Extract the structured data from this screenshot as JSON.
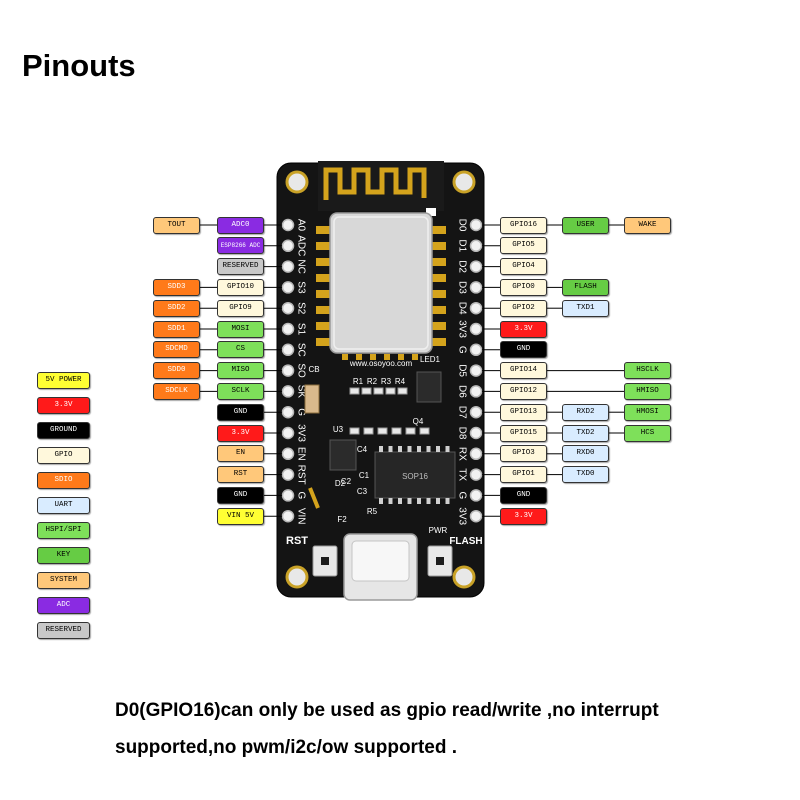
{
  "title": "Pinouts",
  "colors": {
    "power5v": "#ffff33",
    "power33": "#ff1a1a",
    "ground": "#000000",
    "gpio": "#fff8dc",
    "sdio": "#ff7a1a",
    "uart": "#d9ecff",
    "spi": "#7ee05a",
    "key": "#66cc44",
    "system": "#ffc87a",
    "adc": "#8a2be2",
    "reserved": "#c8c8c8"
  },
  "legend": [
    {
      "label": "5V POWER",
      "kind": "power5v"
    },
    {
      "label": "3.3V",
      "kind": "power33"
    },
    {
      "label": "GROUND",
      "kind": "ground"
    },
    {
      "label": "GPIO",
      "kind": "gpio"
    },
    {
      "label": "SDIO",
      "kind": "sdio"
    },
    {
      "label": "UART",
      "kind": "uart"
    },
    {
      "label": "HSPI/SPI",
      "kind": "spi"
    },
    {
      "label": "KEY",
      "kind": "key"
    },
    {
      "label": "SYSTEM",
      "kind": "system"
    },
    {
      "label": "ADC",
      "kind": "adc"
    },
    {
      "label": "RESERVED",
      "kind": "reserved"
    }
  ],
  "left_pins": [
    {
      "silk": "A0",
      "tags": [
        {
          "label": "TOUT",
          "kind": "system"
        },
        {
          "label": "ADC0",
          "kind": "adc"
        }
      ]
    },
    {
      "silk": "ADC",
      "tags": [
        {
          "label": "ESP8266 ADC",
          "kind": "adc"
        }
      ]
    },
    {
      "silk": "NC",
      "tags": [
        {
          "label": "RESERVED",
          "kind": "reserved"
        }
      ]
    },
    {
      "silk": "S3",
      "tags": [
        {
          "label": "SDD3",
          "kind": "sdio"
        },
        {
          "label": "GPIO10",
          "kind": "gpio"
        }
      ]
    },
    {
      "silk": "S2",
      "tags": [
        {
          "label": "SDD2",
          "kind": "sdio"
        },
        {
          "label": "GPIO9",
          "kind": "gpio"
        }
      ]
    },
    {
      "silk": "S1",
      "tags": [
        {
          "label": "SDD1",
          "kind": "sdio"
        },
        {
          "label": "MOSI",
          "kind": "spi"
        }
      ]
    },
    {
      "silk": "SC",
      "tags": [
        {
          "label": "SDCMD",
          "kind": "sdio"
        },
        {
          "label": "CS",
          "kind": "spi"
        }
      ]
    },
    {
      "silk": "SO",
      "tags": [
        {
          "label": "SDD0",
          "kind": "sdio"
        },
        {
          "label": "MISO",
          "kind": "spi"
        }
      ]
    },
    {
      "silk": "SK",
      "tags": [
        {
          "label": "SDCLK",
          "kind": "sdio"
        },
        {
          "label": "SCLK",
          "kind": "spi"
        }
      ]
    },
    {
      "silk": "G",
      "tags": [
        {
          "label": "GND",
          "kind": "ground"
        }
      ]
    },
    {
      "silk": "3V3",
      "tags": [
        {
          "label": "3.3V",
          "kind": "power33"
        }
      ]
    },
    {
      "silk": "EN",
      "tags": [
        {
          "label": "EN",
          "kind": "system"
        }
      ]
    },
    {
      "silk": "RST",
      "tags": [
        {
          "label": "RST",
          "kind": "system"
        }
      ]
    },
    {
      "silk": "G",
      "tags": [
        {
          "label": "GND",
          "kind": "ground"
        }
      ]
    },
    {
      "silk": "VIN",
      "tags": [
        {
          "label": "VIN 5V",
          "kind": "power5v"
        }
      ]
    }
  ],
  "right_pins": [
    {
      "silk": "D0",
      "tags": [
        {
          "label": "GPIO16",
          "kind": "gpio"
        },
        {
          "label": "USER",
          "kind": "key"
        },
        {
          "label": "WAKE",
          "kind": "system"
        }
      ]
    },
    {
      "silk": "D1",
      "tags": [
        {
          "label": "GPIO5",
          "kind": "gpio"
        }
      ]
    },
    {
      "silk": "D2",
      "tags": [
        {
          "label": "GPIO4",
          "kind": "gpio"
        }
      ]
    },
    {
      "silk": "D3",
      "tags": [
        {
          "label": "GPIO0",
          "kind": "gpio"
        },
        {
          "label": "FLASH",
          "kind": "key"
        }
      ]
    },
    {
      "silk": "D4",
      "tags": [
        {
          "label": "GPIO2",
          "kind": "gpio"
        },
        {
          "label": "TXD1",
          "kind": "uart"
        }
      ]
    },
    {
      "silk": "3V3",
      "tags": [
        {
          "label": "3.3V",
          "kind": "power33"
        }
      ]
    },
    {
      "silk": "G",
      "tags": [
        {
          "label": "GND",
          "kind": "ground"
        }
      ]
    },
    {
      "silk": "D5",
      "tags": [
        {
          "label": "GPIO14",
          "kind": "gpio"
        },
        {
          "label": "",
          "kind": "none"
        },
        {
          "label": "HSCLK",
          "kind": "spi"
        }
      ]
    },
    {
      "silk": "D6",
      "tags": [
        {
          "label": "GPIO12",
          "kind": "gpio"
        },
        {
          "label": "",
          "kind": "none"
        },
        {
          "label": "HMISO",
          "kind": "spi"
        }
      ]
    },
    {
      "silk": "D7",
      "tags": [
        {
          "label": "GPIO13",
          "kind": "gpio"
        },
        {
          "label": "RXD2",
          "kind": "uart"
        },
        {
          "label": "HMOSI",
          "kind": "spi"
        }
      ]
    },
    {
      "silk": "D8",
      "tags": [
        {
          "label": "GPIO15",
          "kind": "gpio"
        },
        {
          "label": "TXD2",
          "kind": "uart"
        },
        {
          "label": "HCS",
          "kind": "spi"
        }
      ]
    },
    {
      "silk": "RX",
      "tags": [
        {
          "label": "GPIO3",
          "kind": "gpio"
        },
        {
          "label": "RXD0",
          "kind": "uart"
        }
      ]
    },
    {
      "silk": "TX",
      "tags": [
        {
          "label": "GPIO1",
          "kind": "gpio"
        },
        {
          "label": "TXD0",
          "kind": "uart"
        }
      ]
    },
    {
      "silk": "G",
      "tags": [
        {
          "label": "GND",
          "kind": "ground"
        }
      ]
    },
    {
      "silk": "3V3",
      "tags": [
        {
          "label": "3.3V",
          "kind": "power33"
        }
      ]
    }
  ],
  "board": {
    "rst_label": "RST",
    "flash_label": "FLASH",
    "site_text": "www.osoyoo.com",
    "chip_text": "SOP16",
    "pwr_label": "PWR",
    "refs": [
      "U3",
      "C4",
      "C1",
      "C2",
      "D2",
      "C3",
      "F2",
      "R5",
      "R1",
      "R2",
      "R3",
      "R4",
      "Q4",
      "CB",
      "LED1"
    ]
  },
  "note": {
    "line1": "D0(GPIO16)can only be used as gpio read/write ,no interrupt",
    "line2": "supported,no pwm/i2c/ow supported ."
  }
}
